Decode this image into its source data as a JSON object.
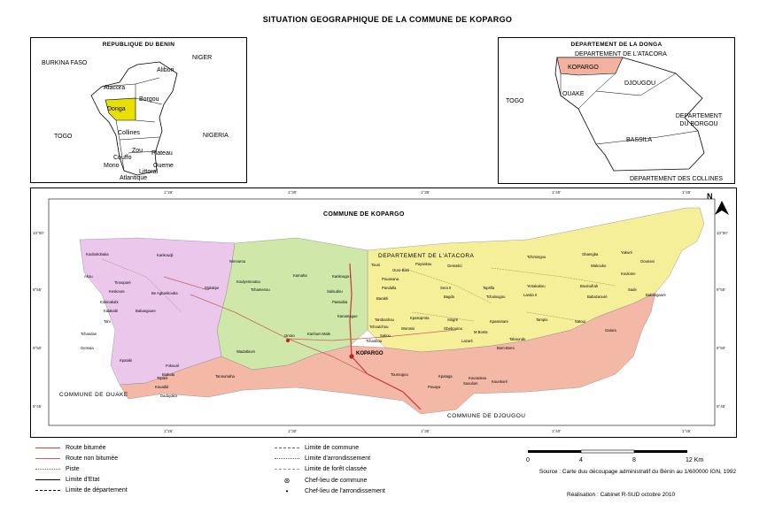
{
  "main_title": "SITUATION GEOGRAPHIQUE DE LA COMMUNE DE KOPARGO",
  "benin": {
    "title": "REPUBLIQUE DU BENIN",
    "labels": [
      "BURKINA FASO",
      "NIGER",
      "Alibori",
      "Atacora",
      "Borgou",
      "Donga",
      "TOGO",
      "NIGERIA",
      "Collines",
      "Plateau",
      "Zou",
      "Couffo",
      "Mono",
      "Oueme",
      "Littoral",
      "Atlantique"
    ]
  },
  "donga": {
    "title": "DEPARTEMENT DE LA DONGA",
    "labels": [
      "DEPARTEMENT DE L'ATACORA",
      "KOPARGO",
      "DJOUGOU",
      "OUAKE",
      "TOGO",
      "DEPARTEMENT DU BORGOU",
      "BASSILA",
      "DEPARTEMENT DES COLLINES"
    ]
  },
  "kopargo": {
    "title": "COMMUNE DE KOPARGO",
    "regions": [
      "DEPARTEMENT DE L'ATACORA",
      "COMMUNE DE OUAKE",
      "COMMUNE DE DJOUGOU",
      "KOPARGO"
    ],
    "villages": [
      "Koubokobaka",
      "Kankoudji",
      "Nimourou",
      "Akou",
      "Tinouparé",
      "Diplakpe",
      "Koulyemoutou",
      "Kamaha",
      "Kankouga I",
      "Touni",
      "Ouro-Bani",
      "Pouanana",
      "Paysakou",
      "Gesseko",
      "Tchimingou",
      "Gbamgba",
      "Yakuré",
      "Gounani",
      "Wakouko",
      "Koulome",
      "Keskoure",
      "Be Agbankouba",
      "Tchamenou",
      "Saloudou",
      "Pandalla",
      "Sera II",
      "Taprilla",
      "Yeriakakou",
      "Bouloufrah",
      "Sade",
      "Kokinakobi",
      "Kalakalé",
      "Babangaure",
      "Passabia",
      "Barakti",
      "Bagdo",
      "Tchalougou",
      "Landa II",
      "Babazaouré",
      "Babangaore",
      "Tahi",
      "Tchandan",
      "Kanamague",
      "Tambanhou",
      "Kpasoprota",
      "Singré",
      "Kpassinare",
      "Tampio",
      "Satoui",
      "Gatora",
      "Onoro",
      "Kanhum-Male",
      "Tchoutchou",
      "Worossi",
      "Gbebourou",
      "M Bonta",
      "Tabounde",
      "Bom-Bomi",
      "Lazaré",
      "Sakou",
      "Gemaia",
      "Wadaltoum",
      "Tchaobou",
      "Kpataki",
      "Fokouré",
      "Biahala",
      "Tanoumaha",
      "Tourougou",
      "Kpataga",
      "Kouraokou",
      "Topani",
      "Pouaya",
      "Saoulum",
      "Kounkoré",
      "Kouadié",
      "Dadayaka"
    ],
    "lon_ticks": [
      "1°26'",
      "1°30'",
      "1°35'",
      "1°40'",
      "1°45'"
    ],
    "lat_ticks": [
      "10°00'",
      "9°55'",
      "9°50'",
      "9°45'"
    ]
  },
  "legend": {
    "col1": [
      "Route bitumée",
      "Route non bitumée",
      "Piste",
      "Limite d'Etat",
      "Limite de département"
    ],
    "col2": [
      "Limite de commune",
      "Limite d'arrondissement",
      "Limite de forêt classée",
      "Chef-lieu de commune",
      "Chef-lieu de l'arrondissement"
    ]
  },
  "scale": {
    "ticks": [
      "0",
      "4",
      "8",
      "12 Km"
    ]
  },
  "source": "Source : Carte duu découpage administratif du Bénin au 1/600000 IGN, 1992",
  "realisation": "Réalisation : Cabinet R-SUD octobre 2010",
  "colors": {
    "yellow": "#f6ef9a",
    "green": "#cfe7a8",
    "pink": "#f4b8a6",
    "magenta": "#ecc7ec",
    "donga_hl": "#e8e000",
    "kopargo_hl": "#f3b19f",
    "road": "#d04040"
  }
}
